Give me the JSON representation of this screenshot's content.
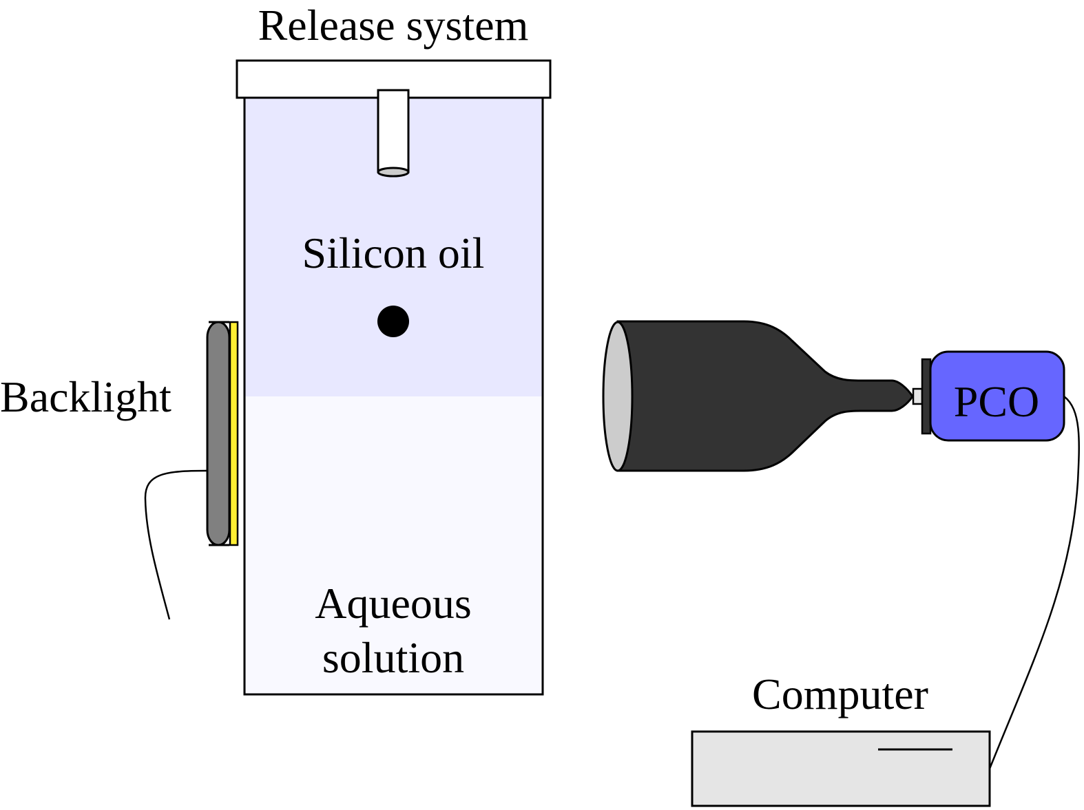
{
  "diagram": {
    "labels": {
      "release_system": "Release system",
      "silicon_oil": "Silicon oil",
      "backlight": "Backlight",
      "aqueous_line1": "Aqueous",
      "aqueous_line2": "solution",
      "camera": "PCO",
      "computer": "Computer"
    },
    "colors": {
      "oil": "#e8e8ff",
      "aqueous": "#f9f9ff",
      "lid": "#ffffff",
      "nozzle_tip": "#cccccc",
      "droplet": "#000000",
      "backlight_body": "#808080",
      "backlight_diffuser": "#ffee33",
      "lens_body": "#333333",
      "lens_front": "#cccccc",
      "camera_body": "#6666ff",
      "computer_body": "#e5e5e5"
    }
  }
}
